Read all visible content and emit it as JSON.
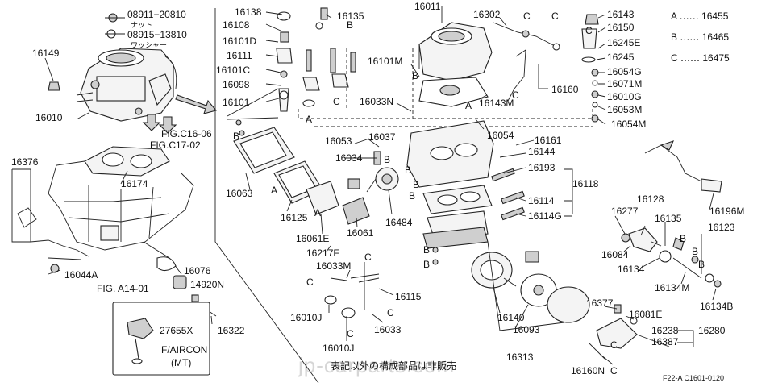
{
  "header_legend": {
    "a": "A ‥‥‥ 16455",
    "b": "B ‥‥‥ 16465",
    "c": "C ‥‥‥ 16475"
  },
  "left_top": {
    "nut_no": "08911−20810",
    "nut_jp": "ナット",
    "washer_no": "08915−13810",
    "washer_jp": "ワッシャー"
  },
  "fig_refs": {
    "c1606": "FIG.C16-06",
    "c1702": "FIG.C17-02",
    "a1401": "FIG. A14-01"
  },
  "aircon": {
    "part": "27655X",
    "line1": "F/AIRCON",
    "line2": "(MT)"
  },
  "notice": "表記以外の構成部品は非販売",
  "watermark": "jp-carparts.com",
  "code": "F22-A C1601-0120",
  "letters": {
    "a": "A",
    "b": "B",
    "c": "C"
  },
  "labels": {
    "l16149": "16149",
    "l16010": "16010",
    "l16376": "16376",
    "l16174": "16174",
    "l16044A": "16044A",
    "l16076": "16076",
    "l14920N": "14920N",
    "l16322": "16322",
    "l16138": "16138",
    "l16135a": "16135",
    "l16108": "16108",
    "l16101D": "16101D",
    "l16111": "16111",
    "l16101C": "16101C",
    "l16098": "16098",
    "l16101": "16101",
    "l16011": "16011",
    "l16302": "16302",
    "l16101M": "16101M",
    "l16033N": "16033N",
    "l16143": "16143",
    "l16150": "16150",
    "l16245E": "16245E",
    "l16245": "16245",
    "l16054G": "16054G",
    "l16071M": "16071M",
    "l16010G": "16010G",
    "l16053M": "16053M",
    "l16054M": "16054M",
    "l16160": "16160",
    "l16143M": "16143M",
    "l16054": "16054",
    "l16053": "16053",
    "l16037": "16037",
    "l16034": "16034",
    "l16161": "16161",
    "l16144": "16144",
    "l16193": "16193",
    "l16118": "16118",
    "l16114": "16114",
    "l16114G": "16114G",
    "l16063": "16063",
    "l16125": "16125",
    "l16061E": "16061E",
    "l16061": "16061",
    "l16484": "16484",
    "l16217F": "16217F",
    "l16033M": "16033M",
    "l16115": "16115",
    "l16010J": "16010J",
    "l16033": "16033",
    "l16010J2": "16010J",
    "l16196M": "16196M",
    "l16128": "16128",
    "l16277": "16277",
    "l16135b": "16135",
    "l16123": "16123",
    "l16084": "16084",
    "l16134": "16134",
    "l16134M": "16134M",
    "l16134B": "16134B",
    "l16140": "16140",
    "l16093": "16093",
    "l16313": "16313",
    "l16377": "16377",
    "l16081E": "16081E",
    "l16238": "16238",
    "l16387": "16387",
    "l16280": "16280",
    "l16160N": "16160N"
  }
}
